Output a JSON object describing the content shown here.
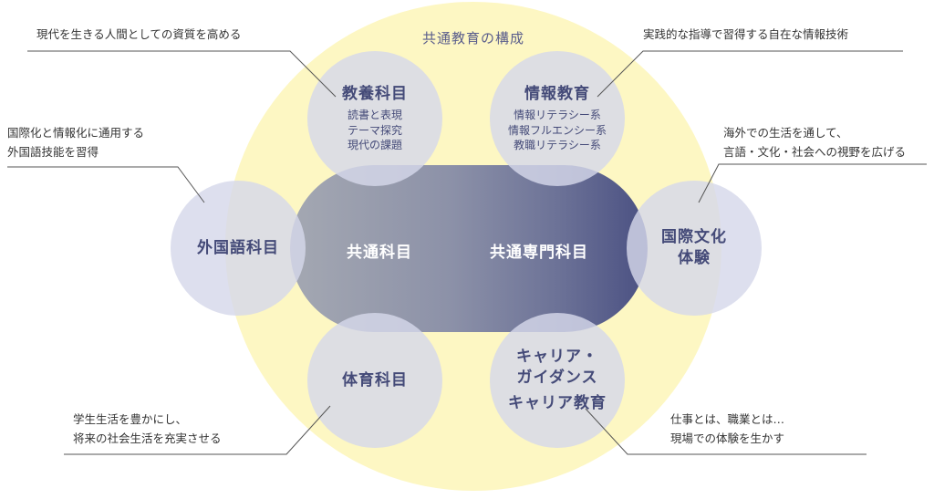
{
  "diagram": {
    "title": "共通教育の構成",
    "center": {
      "left_label": "共通科目",
      "right_label": "共通専門科目"
    },
    "circles": {
      "kyoyo": {
        "title": "教養科目",
        "items": [
          "読書と表現",
          "テーマ探究",
          "現代の課題"
        ]
      },
      "joho": {
        "title": "情報教育",
        "items": [
          "情報リテラシー系",
          "情報フルエンシー系",
          "教職リテラシー系"
        ]
      },
      "gaikokugo": {
        "title": "外国語科目"
      },
      "kokusai": {
        "title_lines": [
          "国際文化",
          "体験"
        ]
      },
      "taiiku": {
        "title": "体育科目"
      },
      "career": {
        "title_lines": [
          "キャリア・",
          "ガイダンス",
          "キャリア教育"
        ]
      }
    },
    "annotations": {
      "kyoyo": "現代を生きる人間としての資質を高める",
      "joho": "実践的な指導で習得する自在な情報技術",
      "gaikokugo": [
        "国際化と情報化に通用する",
        "外国語技能を習得"
      ],
      "kokusai": [
        "海外での生活を通して、",
        "言語・文化・社会への視野を広げる"
      ],
      "taiiku": [
        "学生生活を豊かにし、",
        "将来の社会生活を充実させる"
      ],
      "career": [
        "仕事とは、職業とは…",
        "現場での体験を生かす"
      ]
    },
    "colors": {
      "background_circle": "#fdf7c3",
      "sub_circle": "#d5d8ea",
      "pill_start": "#a4a8b2",
      "pill_end": "#4a5082",
      "circle_text": "#444a78"
    }
  }
}
